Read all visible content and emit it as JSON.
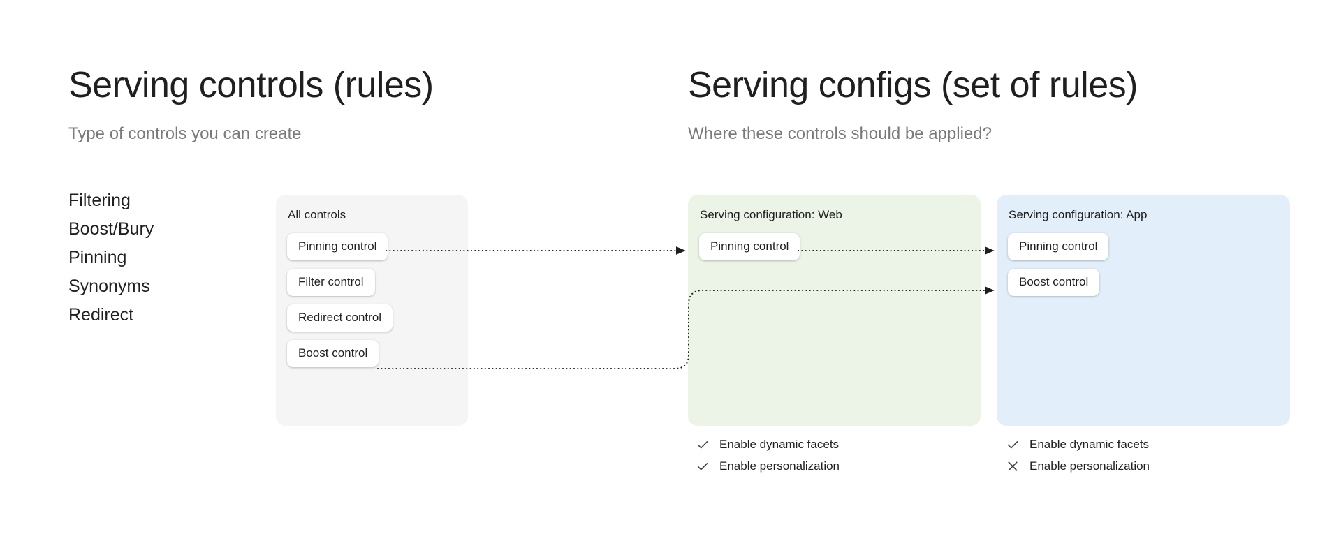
{
  "left": {
    "title": "Serving controls (rules)",
    "subtitle": "Type of controls you can create",
    "control_types": [
      "Filtering",
      "Boost/Bury",
      "Pinning",
      "Synonyms",
      "Redirect"
    ]
  },
  "right": {
    "title": "Serving configs (set of rules)",
    "subtitle": "Where these controls should be applied?"
  },
  "panels": {
    "all_controls": {
      "title": "All controls",
      "bg_color": "#f5f5f5",
      "chips": [
        "Pinning control",
        "Filter control",
        "Redirect control",
        "Boost control"
      ]
    },
    "web_config": {
      "title": "Serving configuration: Web",
      "bg_color": "#ecf3e7",
      "chips": [
        "Pinning control"
      ],
      "options": [
        {
          "label": "Enable dynamic facets",
          "state": "check-icon"
        },
        {
          "label": "Enable personalization",
          "state": "check-icon"
        }
      ]
    },
    "app_config": {
      "title": "Serving configuration: App",
      "bg_color": "#e2effb",
      "chips": [
        "Pinning control",
        "Boost control"
      ],
      "options": [
        {
          "label": "Enable dynamic facets",
          "state": "check-icon"
        },
        {
          "label": "Enable personalization",
          "state": "cross-icon"
        }
      ]
    }
  },
  "connectors": {
    "color": "#1f1f1f",
    "style": "dotted-arrow",
    "edges": [
      {
        "from": "all-controls.pinning-control",
        "to": "web-config.pinning-control"
      },
      {
        "from": "web-config.pinning-control",
        "to": "app-config.pinning-control"
      },
      {
        "from": "all-controls.boost-control",
        "to": "app-config.boost-control"
      }
    ]
  }
}
